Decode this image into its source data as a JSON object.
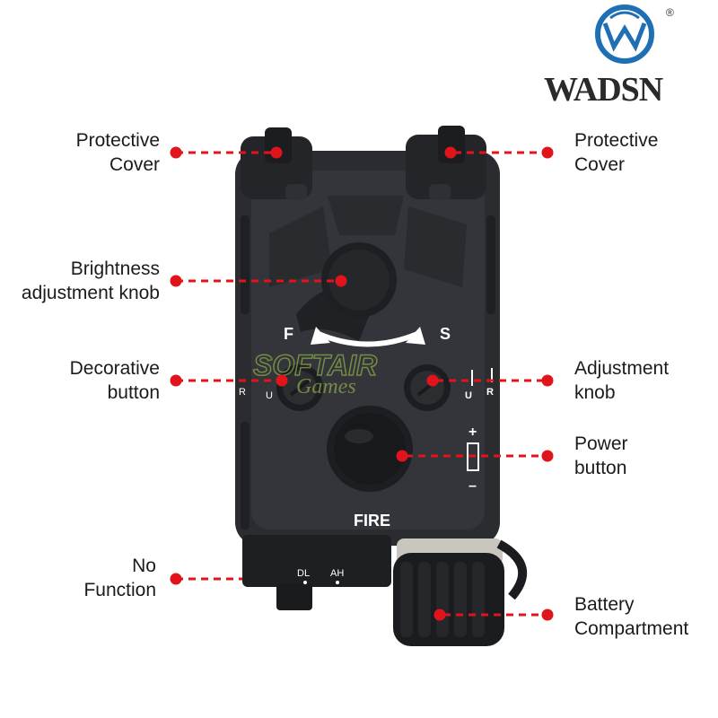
{
  "brand": {
    "name": "WADSN",
    "registered_mark": "®",
    "accent": "#1f6fb5"
  },
  "watermark": {
    "line1": "SOFTAIR",
    "line2": "Games"
  },
  "device_markings": {
    "mode_f": "F",
    "mode_s": "S",
    "fire": "FIRE",
    "left_r": "R",
    "left_u": "U",
    "right_u": "U",
    "right_r": "R",
    "plus": "+",
    "minus": "–",
    "dl": "DL",
    "ah": "AH"
  },
  "callout_color": "#e0141b",
  "labels": {
    "protective_cover_left": {
      "line1": "Protective",
      "line2": "Cover"
    },
    "protective_cover_right": {
      "line1": "Protective",
      "line2": "Cover"
    },
    "brightness_knob": {
      "line1": "Brightness",
      "line2": "adjustment knob"
    },
    "decorative_button": {
      "line1": "Decorative",
      "line2": "button"
    },
    "adjustment_knob": {
      "line1": "Adjustment",
      "line2": "knob"
    },
    "power_button": {
      "line1": "Power",
      "line2": "button"
    },
    "no_function": {
      "line1": "No",
      "line2": "Function"
    },
    "battery_compartment": {
      "line1": "Battery",
      "line2": "Compartment"
    }
  }
}
